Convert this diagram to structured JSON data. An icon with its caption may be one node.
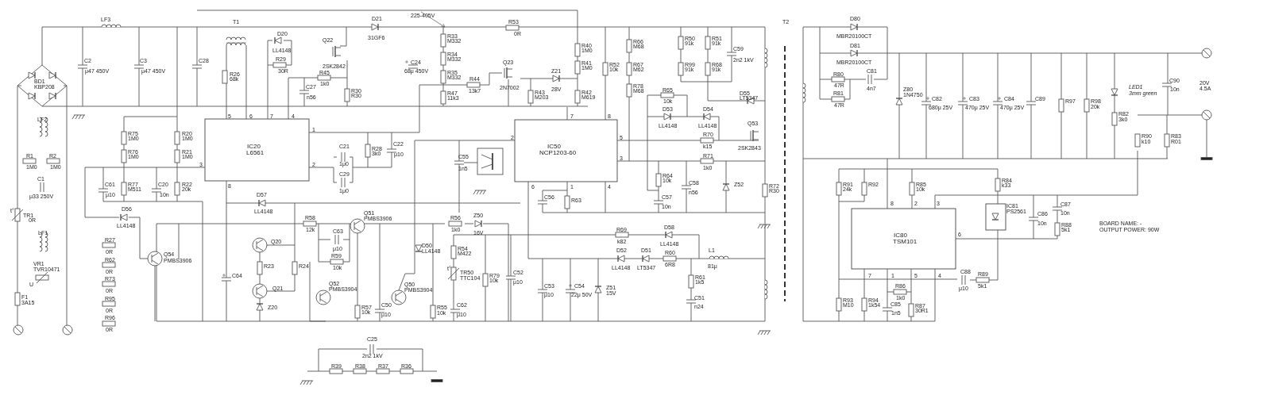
{
  "diagram": {
    "labels": [
      "LF3",
      "T1",
      "D21",
      "225-405V",
      "T2",
      "D80",
      "MBR20100CT",
      "R53",
      "0R",
      "D20",
      "Q22",
      "R33",
      "M332",
      "31GF6",
      "R50",
      "91k",
      "R51",
      "91k",
      "R66",
      "M68",
      "R40",
      "1M0",
      "D81",
      "MBR20100CT",
      "C59",
      "2n2 1kV",
      "LL4148",
      "R34",
      "M332",
      "R29",
      "C2",
      "μ47 450V",
      "C3",
      "μ47 450V",
      "C28",
      "C24",
      "68μ 450V",
      "Q23",
      "R41",
      "1M0",
      "R52",
      "10k",
      "R67",
      "M62",
      "R99",
      "91k",
      "R68",
      "91k",
      "2SK2842",
      "Z21",
      "30R",
      "R80",
      "C81",
      "R26",
      "68k",
      "R35",
      "M332",
      "R45",
      "R44",
      "BD1",
      "KBP208",
      "C90",
      "10n",
      "20V",
      "4.5A",
      "1k0",
      "47R",
      "C27",
      "LED1",
      "3mm green",
      "4n7",
      "28V",
      "Z80",
      "1N4750",
      "R30",
      "R30",
      "13k7",
      "2N7002",
      "R43",
      "M203",
      "R42",
      "M619",
      "R47",
      "11k3",
      "R78",
      "M68",
      "R65",
      "D55",
      "LT5347",
      "R81",
      "n56",
      "C82",
      "C83",
      "C84",
      "C89",
      "R97",
      "R98",
      "20k",
      "10k",
      "47R",
      "680μ 25V",
      "470μ 25V",
      "470μ 25V",
      "D53",
      "D54",
      "R82",
      "3k0",
      "5",
      "6",
      "7",
      "4",
      "7",
      "8",
      "LF2",
      "Q53",
      "LL4148",
      "LL4148",
      "1",
      "R75",
      "1M0",
      "R20",
      "1M0",
      "R70",
      "R90",
      "k10",
      "R83",
      "R01",
      "2",
      "5",
      "C22",
      "C21",
      "k15",
      "2SK2843",
      "R28",
      "3k0",
      "R76",
      "1M0",
      "R21",
      "1M0",
      "μ10",
      "R1",
      "R2",
      "R71",
      "C55",
      "3",
      "2",
      "3",
      "1μ0",
      "1M0",
      "1M0",
      "1k0",
      "1n5",
      "C29",
      "R64",
      "10k",
      "C1",
      "R84",
      "k33",
      "C61",
      "R77",
      "M511",
      "C20",
      "R22",
      "20k",
      "R91",
      "24k",
      "R92",
      "R85",
      "10k",
      "C58",
      "Z52",
      "R72",
      "R30",
      "8",
      "6",
      "1",
      "4",
      "1μ0",
      "n56",
      "μ10",
      "10n",
      "D57",
      "μ33 250V",
      "C56",
      "C57",
      "R63",
      "8",
      "2",
      "3",
      "C87",
      "10n",
      "D56",
      "LL4148",
      "t°",
      "10n",
      "C86",
      "Q51",
      "PMBS3906",
      "Z50",
      "TR1",
      "0R",
      "R58",
      "R56",
      "BOARD NAME: -",
      "10n",
      "R88",
      "5k1",
      "LL4148",
      "D58",
      "R69",
      "12k",
      "1k0",
      "OUTPUT POWER: 90W",
      "C63",
      "LF1",
      "16V",
      "6",
      "R27",
      "Q20",
      "k82",
      "LL4148",
      "D50",
      "μ10",
      "R54",
      "M422",
      "LL4148",
      "D52",
      "D51",
      "L1",
      "0R",
      "R60",
      "Q54",
      "PMBS3906",
      "R59",
      "R62",
      "VR1",
      "6R8",
      "81μ",
      "R23",
      "R24",
      "10k",
      "LL4148",
      "LT5347",
      "TVR10471",
      "0R",
      "C88",
      "C52",
      "TR50",
      "TTC104",
      "t°",
      "7",
      "1",
      "5",
      "4",
      "C64",
      "R79",
      "10k",
      "R61",
      "1k5",
      "R73",
      "μ10",
      "U",
      "Q52",
      "PMBS3904",
      "Q50",
      "PMBS3904",
      "R89",
      "5k1",
      "R86",
      "C53",
      "C54",
      "Z51",
      "Q21",
      "μ10",
      "0R",
      "μ10",
      "22μ 50V",
      "15V",
      "F1",
      "C51",
      "1k0",
      "R95",
      "R93",
      "M10",
      "R94",
      "1k54",
      "3A15",
      "C85",
      "C50",
      "C62",
      "R87",
      "30R1",
      "n24",
      "Z20",
      "R57",
      "10k",
      "R55",
      "10k",
      "0R",
      "1n5",
      "μ10",
      "μ10",
      "R96",
      "0R",
      "C25",
      "2n2 1kV",
      "R39",
      "R38",
      "R37",
      "R36",
      "IC20",
      "L6561",
      "IC50",
      "NCP1203-60",
      "IC81",
      "PS2561",
      "IC80",
      "TSM101"
    ]
  }
}
